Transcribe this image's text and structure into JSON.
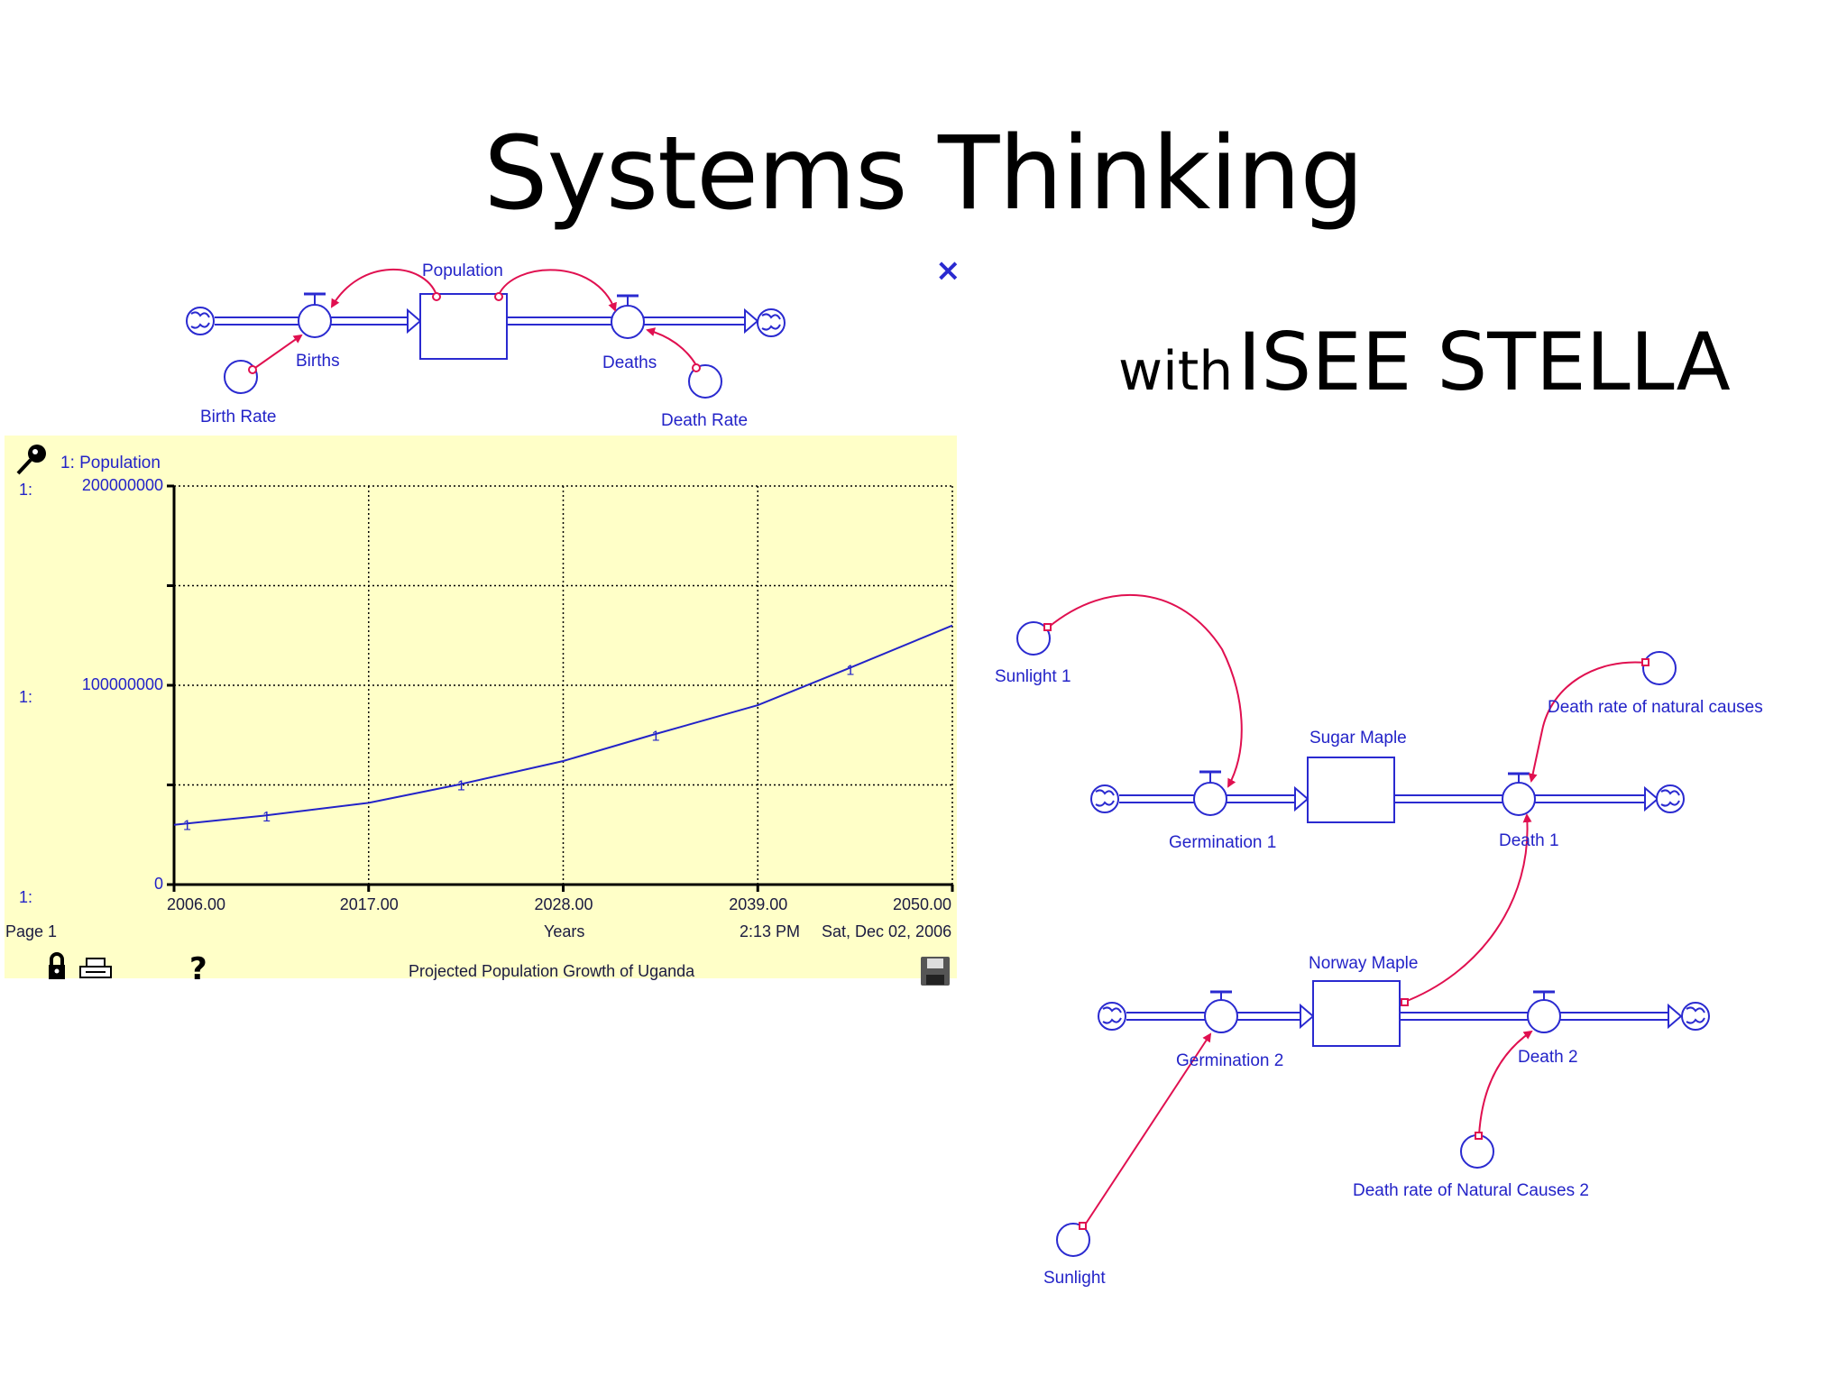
{
  "slide": {
    "title": "Systems Thinking",
    "subtitle_prefix": "with",
    "subtitle_brand": "ISEE STELLA"
  },
  "population_model": {
    "stock": "Population",
    "inflow": "Births",
    "outflow": "Deaths",
    "birth_converter": "Birth Rate",
    "death_converter": "Death Rate",
    "close_symbol": "×"
  },
  "graph_window": {
    "series_label": "1: Population",
    "series_prefix": "1:",
    "footer_page": "Page 1",
    "x_axis_label": "Years",
    "timestamp_time": "2:13 PM",
    "timestamp_date": "Sat, Dec 02, 2006",
    "caption": "Projected Population Growth of Uganda",
    "help_symbol": "?",
    "icons": [
      "magnify-icon",
      "lock-icon",
      "print-icon",
      "help-icon",
      "save-icon"
    ]
  },
  "chart_data": {
    "type": "line",
    "x_label": "Years",
    "x_ticks": [
      "2006.00",
      "2017.00",
      "2028.00",
      "2039.00",
      "2050.00"
    ],
    "y_ticks": [
      "200000000",
      "100000000",
      "0"
    ],
    "xlim": [
      2006,
      2050
    ],
    "ylim": [
      0,
      200000000
    ],
    "grid": true,
    "series": [
      {
        "name": "1: Population",
        "marker": "1",
        "x": [
          2006,
          2011,
          2017,
          2022,
          2028,
          2033,
          2039,
          2044,
          2050
        ],
        "y": [
          30000000,
          34500000,
          41000000,
          50000000,
          62000000,
          75000000,
          90000000,
          108000000,
          130000000
        ]
      }
    ]
  },
  "maple_model": {
    "sugar_stock": "Sugar Maple",
    "norway_stock": "Norway Maple",
    "sunlight_1": "Sunlight 1",
    "sunlight": "Sunlight",
    "germination_1": "Germination 1",
    "germination_2": "Germination 2",
    "death_1": "Death 1",
    "death_2": "Death 2",
    "death_rate_1": "Death rate of natural causes",
    "death_rate_2": "Death rate of Natural Causes 2"
  }
}
